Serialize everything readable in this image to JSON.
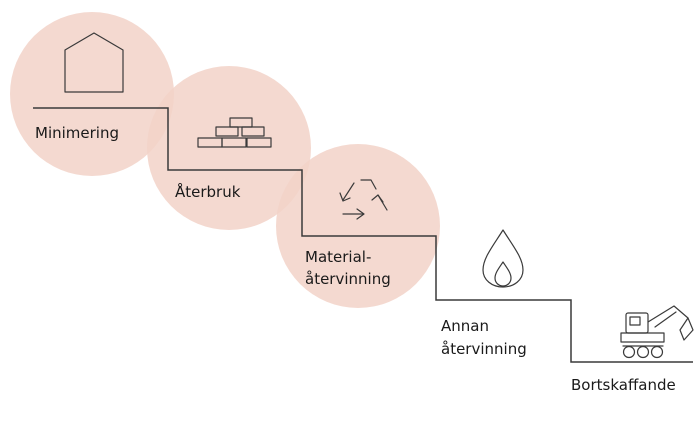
{
  "colors": {
    "circle_fill": "#f2d2c8",
    "line": "#3a3a3a",
    "text": "#1a1a1a",
    "icon": "#3a3a3a"
  },
  "steps": [
    {
      "label_lines": [
        "Minimering"
      ],
      "icon": "house-icon"
    },
    {
      "label_lines": [
        "Återbruk"
      ],
      "icon": "bricks-icon"
    },
    {
      "label_lines": [
        "Material-",
        "återvinning"
      ],
      "icon": "recycle-icon"
    },
    {
      "label_lines": [
        "Annan",
        "återvinning"
      ],
      "icon": "flame-icon"
    },
    {
      "label_lines": [
        "Bortskaffande"
      ],
      "icon": "excavator-icon"
    }
  ]
}
